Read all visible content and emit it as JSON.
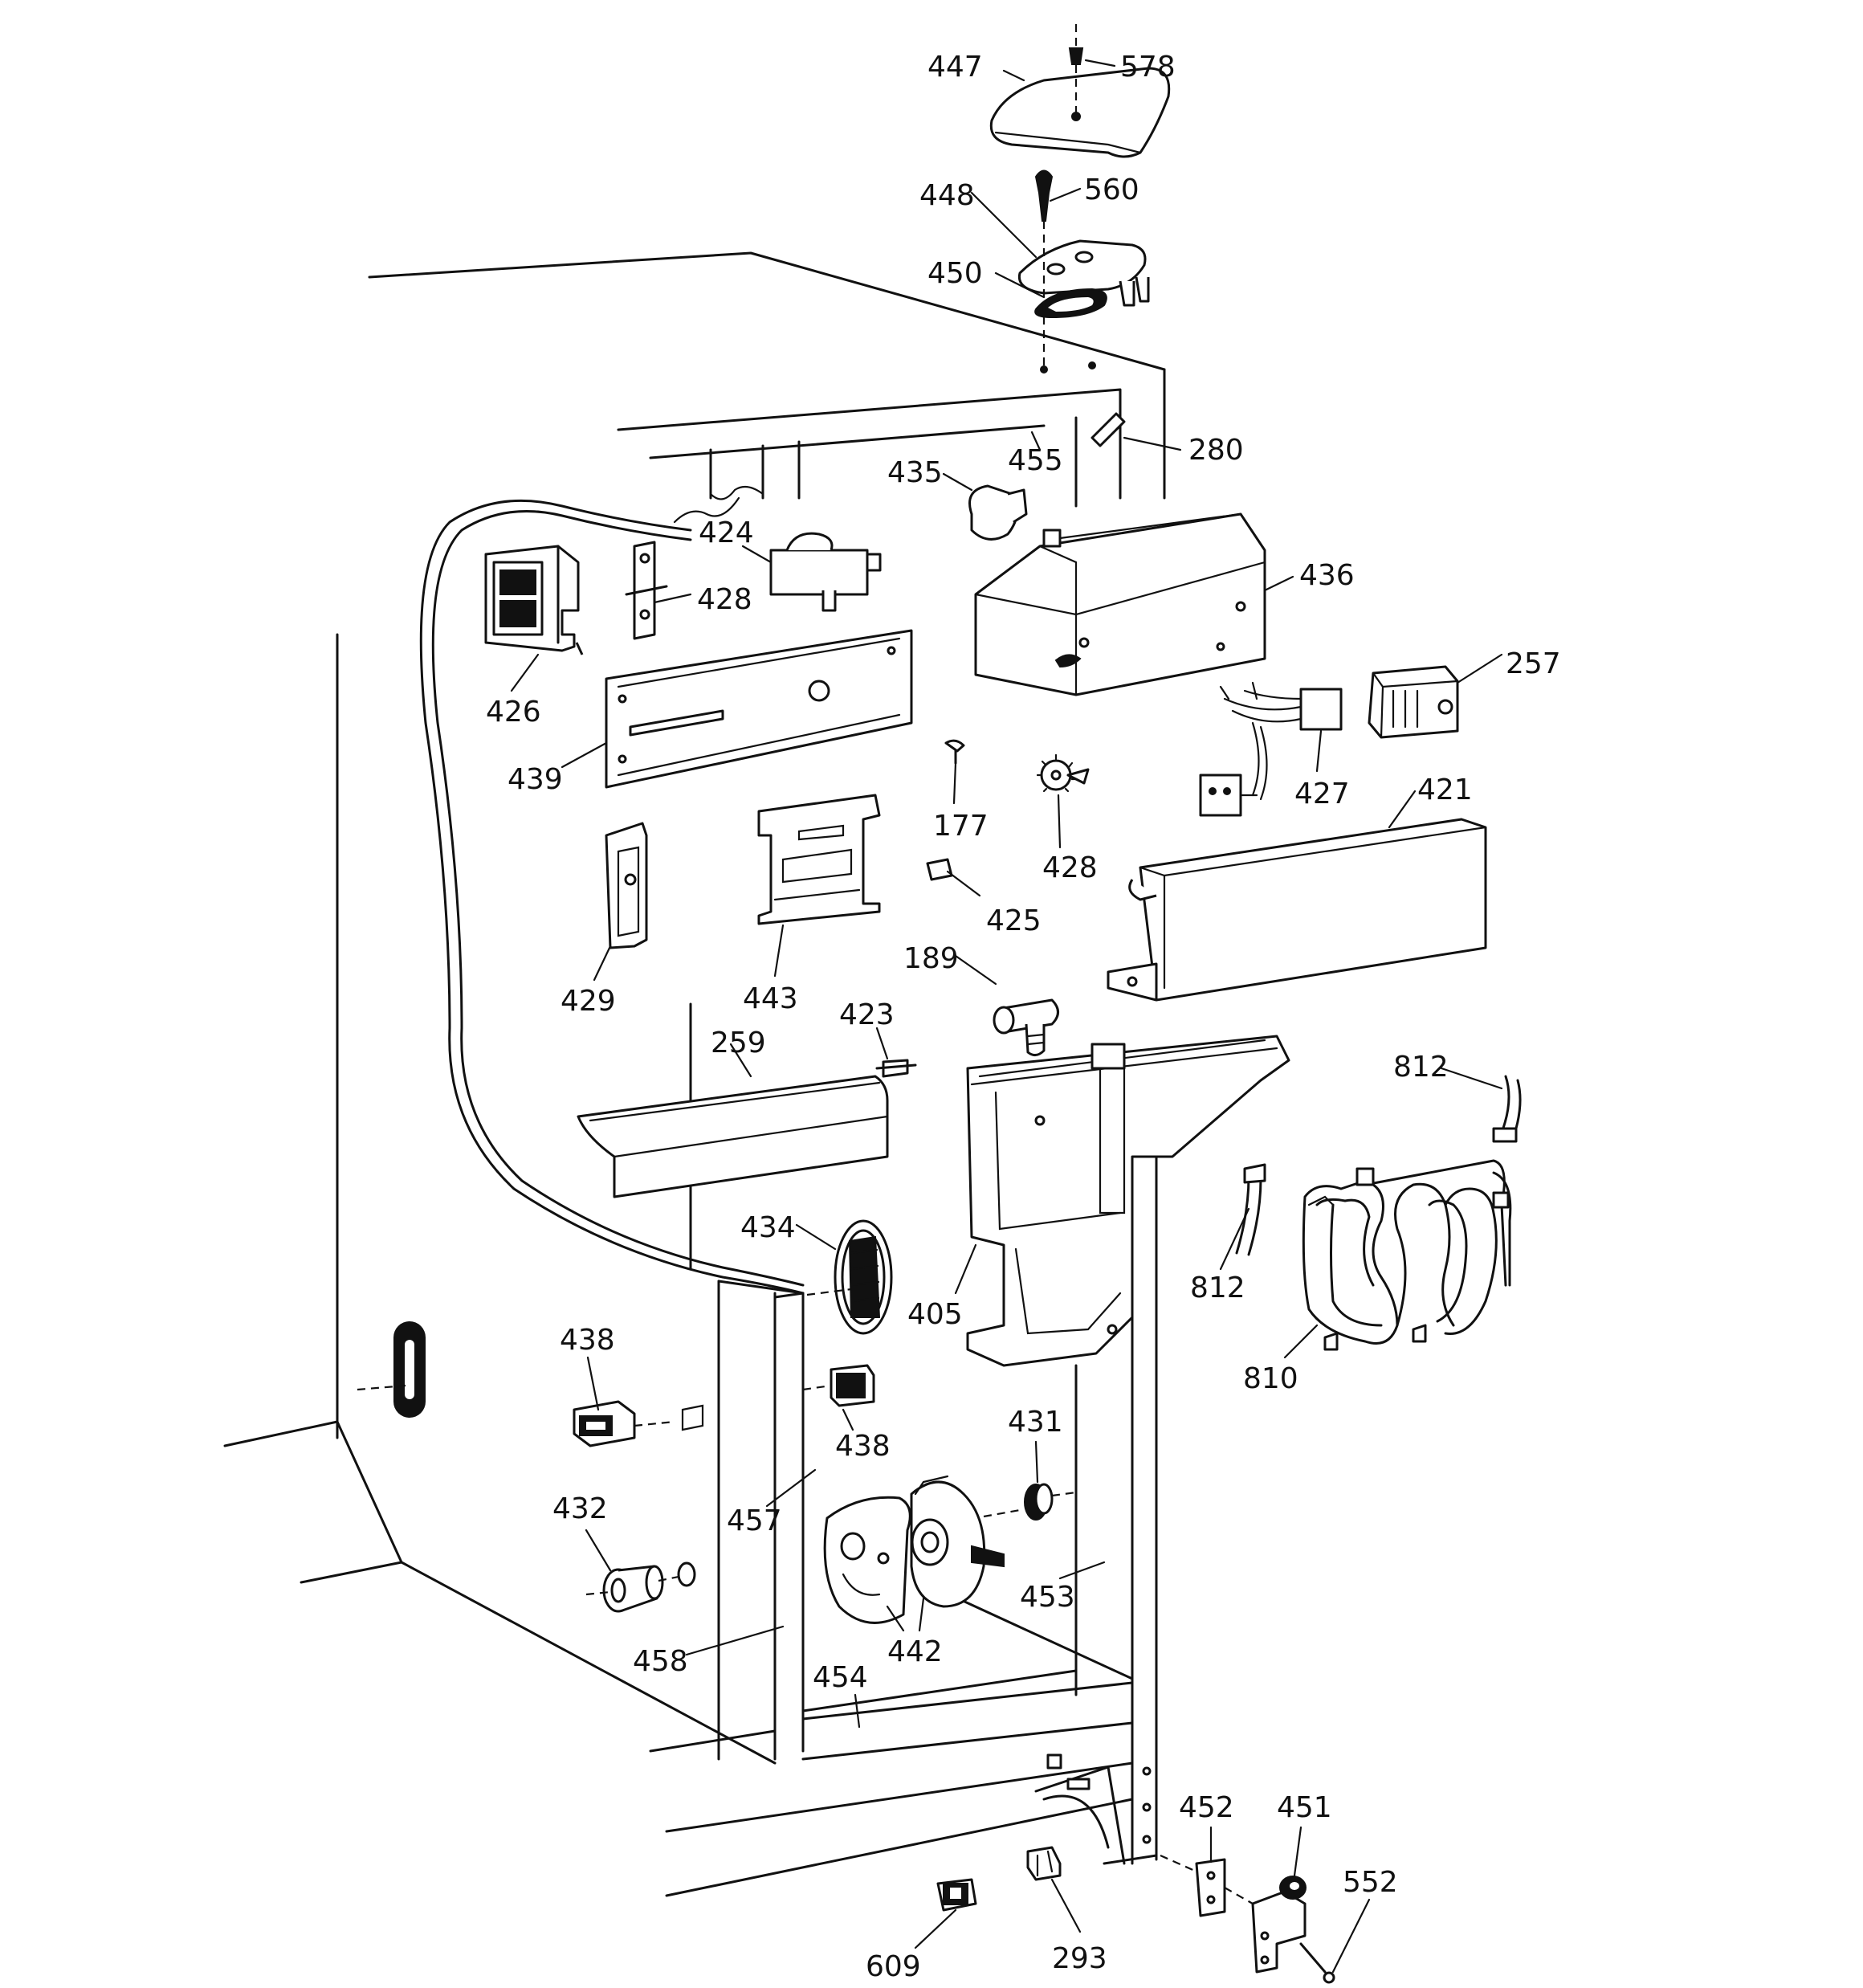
{
  "callouts": [
    {
      "id": "c578",
      "text": "578"
    },
    {
      "id": "c447",
      "text": "447"
    },
    {
      "id": "c448",
      "text": "448"
    },
    {
      "id": "c560",
      "text": "560"
    },
    {
      "id": "c450",
      "text": "450"
    },
    {
      "id": "c455",
      "text": "455"
    },
    {
      "id": "c280",
      "text": "280"
    },
    {
      "id": "c435",
      "text": "435"
    },
    {
      "id": "c424",
      "text": "424"
    },
    {
      "id": "c428a",
      "text": "428"
    },
    {
      "id": "c436",
      "text": "436"
    },
    {
      "id": "c426",
      "text": "426"
    },
    {
      "id": "c257",
      "text": "257"
    },
    {
      "id": "c439",
      "text": "439"
    },
    {
      "id": "c177",
      "text": "177"
    },
    {
      "id": "c427",
      "text": "427"
    },
    {
      "id": "c421",
      "text": "421"
    },
    {
      "id": "c428b",
      "text": "428"
    },
    {
      "id": "c425",
      "text": "425"
    },
    {
      "id": "c429",
      "text": "429"
    },
    {
      "id": "c443",
      "text": "443"
    },
    {
      "id": "c189",
      "text": "189"
    },
    {
      "id": "c423",
      "text": "423"
    },
    {
      "id": "c259",
      "text": "259"
    },
    {
      "id": "c812a",
      "text": "812"
    },
    {
      "id": "c434",
      "text": "434"
    },
    {
      "id": "c405",
      "text": "405"
    },
    {
      "id": "c812b",
      "text": "812"
    },
    {
      "id": "c810",
      "text": "810"
    },
    {
      "id": "c438a",
      "text": "438"
    },
    {
      "id": "c438b",
      "text": "438"
    },
    {
      "id": "c431",
      "text": "431"
    },
    {
      "id": "c457",
      "text": "457"
    },
    {
      "id": "c432",
      "text": "432"
    },
    {
      "id": "c453",
      "text": "453"
    },
    {
      "id": "c442",
      "text": "442"
    },
    {
      "id": "c458",
      "text": "458"
    },
    {
      "id": "c454",
      "text": "454"
    },
    {
      "id": "c452",
      "text": "452"
    },
    {
      "id": "c451",
      "text": "451"
    },
    {
      "id": "c552",
      "text": "552"
    },
    {
      "id": "c609",
      "text": "609"
    },
    {
      "id": "c293",
      "text": "293"
    }
  ]
}
